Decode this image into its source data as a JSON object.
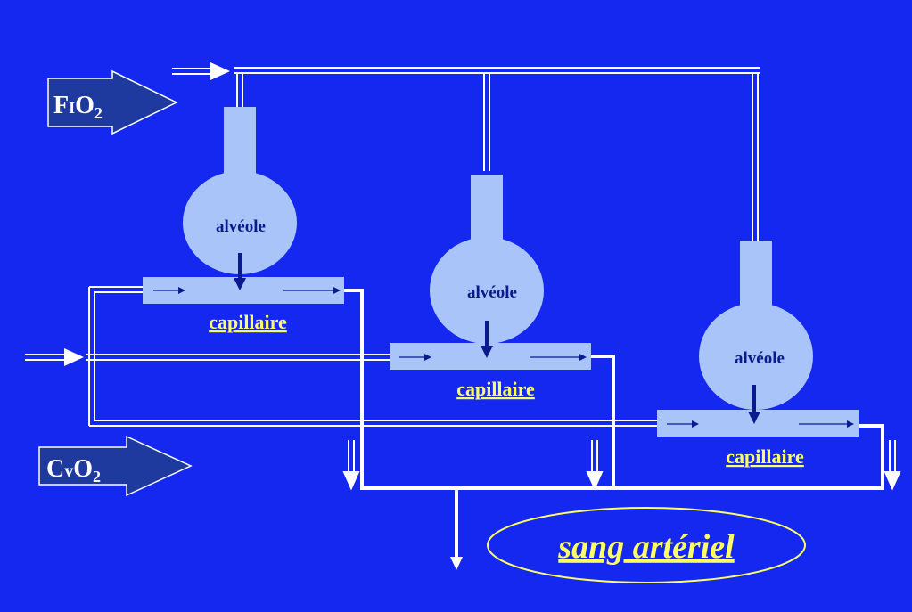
{
  "labels": {
    "fio2_prefix": "F",
    "fio2_sub_i": "I",
    "fio2_main": "O",
    "fio2_sub": "2",
    "cvo2_prefix": "C",
    "cvo2_sub_v": "v",
    "cvo2_main": "O",
    "cvo2_sub": "2",
    "alveoles": [
      "alvéole",
      "alvéole",
      "alvéole"
    ],
    "capillaires": [
      "capillaire",
      "capillaire",
      "capillaire"
    ],
    "sang_arteriel": "sang artériel"
  },
  "colors": {
    "background": "#1428f0",
    "component": "#a8c4f8",
    "pipe": "#ffffff",
    "arrow_dark": "#0a1a8c",
    "label_yellow": "#ffff66",
    "alveole_text": "#0a1a8c",
    "badge": "#1e3a9e"
  }
}
